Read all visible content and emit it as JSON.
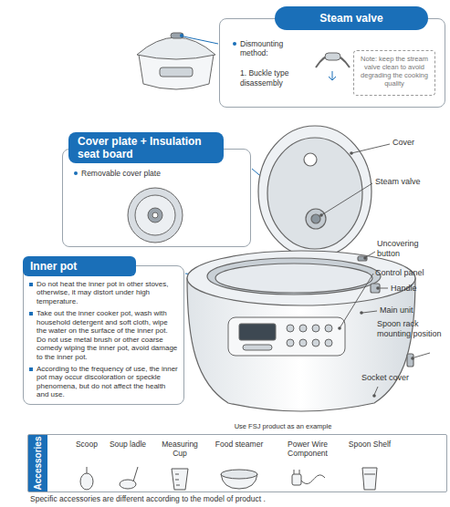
{
  "diagram": {
    "caption": "Specific accessories are different according to the model of product .",
    "nodes": [
      {
        "text": [
          "Steam valve",
          "Dismounting method:",
          "1. Buckle type disassembly"
        ]
      },
      {
        "text": [
          "Note: keep the stream valve clean to avoid degrading the cooking quality"
        ],
        "in": 0
      },
      {
        "text": [
          "Cover plate + Insulation seat board",
          "Removable cover plate"
        ]
      },
      {
        "text": [
          "Inner pot",
          "Do not heat the inner pot in other stoves, otherwise, it may distort under high temperature.",
          "Take out the inner cooker pot, wash with household detergent and soft cloth, wipe the water on the surface of the inner pot. Do not use metal brush or other coarse comedy wiping the inner pot, avoid damage to the inner pot.",
          "According to the frequency of use, the inner pot may occur discoloration or speckle phenomena, but do not affect the health and use."
        ]
      },
      {
        "text": [
          "Accessories"
        ]
      }
    ],
    "labels": [
      "Cover",
      "Steam valve",
      "Uncovering button",
      "Control panel",
      "Handle",
      "Main unit",
      "Spoon rack mounting position",
      "Socket cover",
      "Use FSJ product as an example",
      "Scoop",
      "Soup ladle",
      "Measuring Cup",
      "Food steamer",
      "Power Wire Component",
      "Spoon Shelf"
    ]
  }
}
